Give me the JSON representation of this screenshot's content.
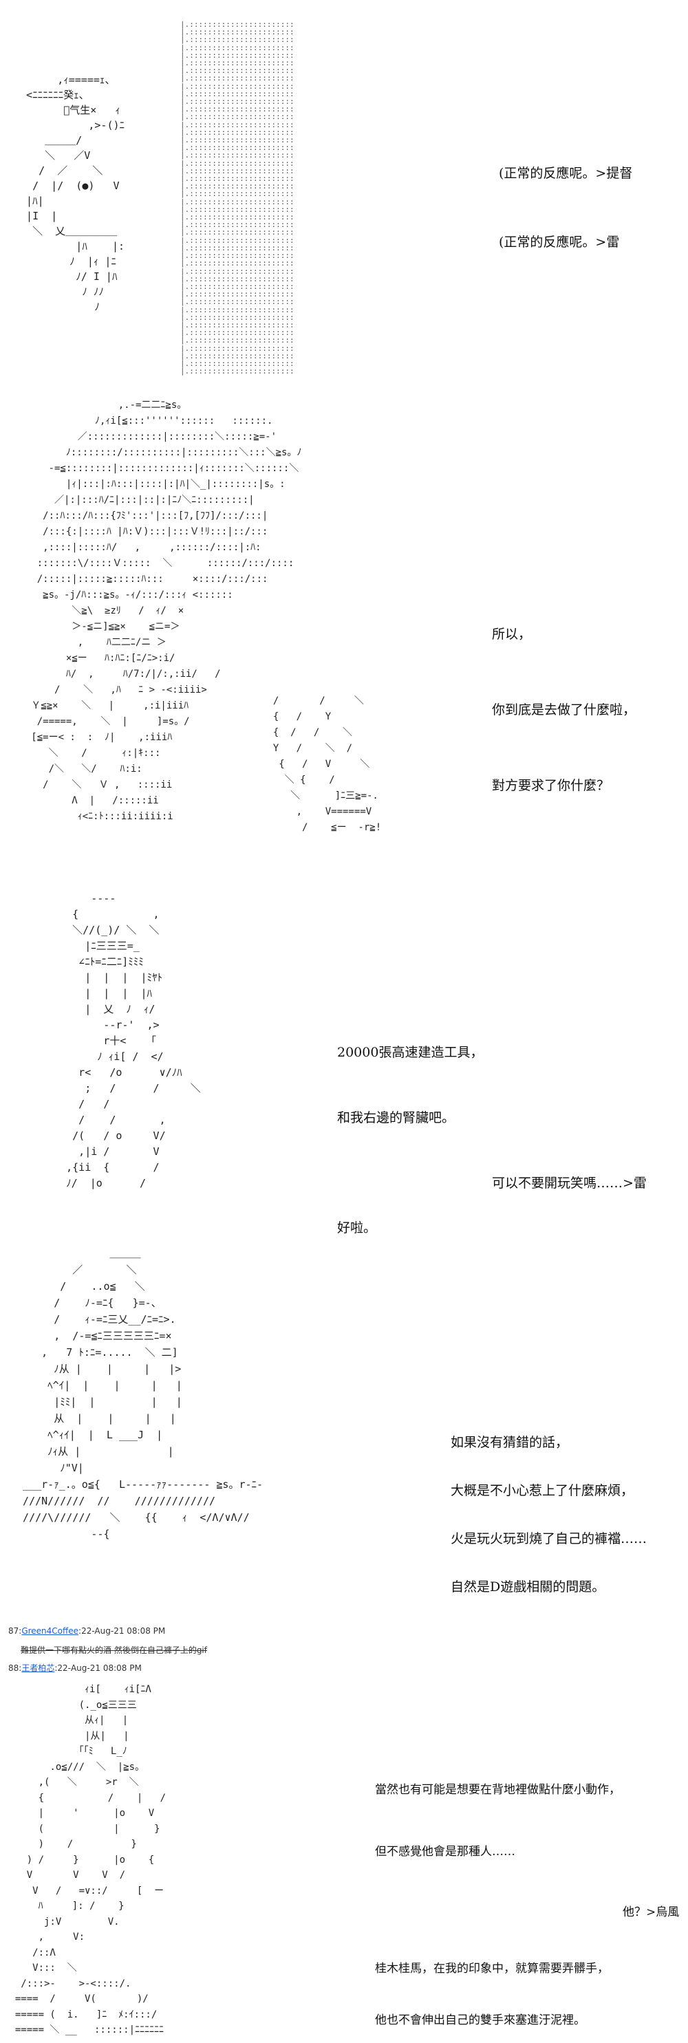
{
  "panel1": {
    "aa": "       ,ｨ=====ｪ、\n  <ﾆﾆﾆﾆﾆﾆ癸ｪ、\n        ﾞ气生×   ｨ\n            ,>-()ﾆ\n     ＿＿＿/\n     ＼   ／V\n    /  ／    ＼\n   /  |/  (●)   V\n  |ﾊ|\n  |I  |\n   ＼  乂＿＿＿＿＿\n          |ﾊ    |:\n         ﾉ  |ｨ |ﾆ\n          ﾉ/ I |ﾊ\n           ﾉ ﾉﾉ\n             ﾉ",
    "lines": [
      "(正常的反應呢。>提督",
      "(正常的反應呢。>雷"
    ]
  },
  "panel2": {
    "aa": "                  ,.-=二二ﾆ≧s。\n              ﾉ,ｨi[≦:::''''''::::::   ::::::.\n           ／:::::::::::::|::::::::＼:::::≧=-'\n         ﾉ::::::::/::::::::::|:::::::::＼:::＼≧s。ﾉ\n      -=≦::::::::|:::::::::::::|ｨ:::::::＼::::::＼\n         |ｨ|:::|:ﾊ:::|::::|:|ﾊ|＼_|::::::::|s。:\n       ／|:|:::ﾊ/ﾆ|:::|::|:|ﾆﾉ＼ﾆ:::::::::|\n     /::ﾊ:::/ﾊ:::{ﾌﾐ':::'|:::[ﾌ,[ﾌﾌ]/:::/:::|\n     /:::{:|::::ﾊ |ﾊ:Ｖ):::|:::Ｖ!ﾘ:::|::/:::\n     ,::::|:::::ﾊ/   ,     ,::::::/::::|:ﾊ:\n    :::::::\\/::::Ｖ:::::  ＼      ::::::/:::/::::\n    /:::::|:::::≧:::::ﾊ:::     ×::::/:::/:::\n     ≧s。-j/ﾊ:::≧s。-ｨ/:::/:::ｨ <::::::\n          ＼≧\\  ≥zﾘ   /  ｨ/  ×\n          ＞-≦ニ]≦≧×    ≦ニ=＞\n           ,    ﾊ二二ﾆ/ニ ＞\n         ×≦ー   ﾊ:ﾊﾆ:[ﾆ/ﾆ>:i/\n         ﾊ/  ,     ﾊ/7:/|/:,:ii/   /\n       /    ＼   ,ﾊ   ﾆ > -<:iiii>\n   Ｙ≦≧×    ＼   |     ,:i|iiiﾊ\n    /=====,    ＼  |     ]=s。/\n   [≦=ー< :  :  ﾉ|    ,:iiiﾊ\n      ＼    /      ｨ:|ｷ:::\n      /＼   ＼/    ﾊ:i:\n     /    ＼   Ｖ ,   ::::ii\n          Λ  |   /:::::ii\n           ｨ<ﾆ:ﾄ:::ii:iiii:i",
    "aa_right": "  /       /     ＼\n  {   /    Y\n  {  /   /    ＼\n  Y   /    ＼  /\n   {   /   V     ＼\n    ＼ {    /\n     ＼      ]ﾆ三≧=-.\n      ,    V======V\n       /    ≦ー  -r≧!",
    "lines": [
      "所以，",
      "你到底是去做了什麼啦，",
      "對方要求了你什麼？"
    ]
  },
  "panel3": {
    "aa": "        ----\n     {            ,\n     ＼//(_)/ ＼  ＼\n       |ﾆ三三三=_\n      ∠ﾆﾄ=ﾆ二ﾆ]ﾐﾐﾐ\n       |  |  |  |ﾐﾔﾄ\n       |  |  |  |ﾊ\n       |  乂  ﾉ  ｨ/\n          --r-'  ,>\n          r十<    ｢\n         ﾉ ｨi[ /  </\n      r<   /o      ∨/ﾉﾊ\n       ;   /      /     ＼\n      /   /           \n      /    /       ,\n     /(   / o     V/\n      ,|i /       V\n    ,{ii  {       /\n    ﾉ/  |o      /\n",
    "lines": [
      "20000張高速建造工具，",
      "和我右邊的腎臟吧。",
      "可以不要開玩笑嗎……>雷",
      "好啦。"
    ]
  },
  "panel4": {
    "aa": "                ＿＿＿\n          ／       ＼\n        /    ..o≦   ＼\n       /    ﾉ-=ﾆ{   }=-、\n       /    ｨ-=ﾆ三乂__/ﾆ=ﾆ>.\n       ,  /-=≦ﾆ三三三三三ﾆ=×\n     ,   7 ﾄ:ﾆ=.....  ＼ 二]\n       ﾉ从 |    |     |   |>\n      ﾍ^ｲ|  |    |     |   |\n       |ﾐﾐ|  |         |   |\n       从  |    |     |   |\n      ﾍ^ｨｲ|  |  L ___J  |\n      ﾉｨ从 |              |\n        ﾉ\"V|\n  ___r-ｧ_.。o≦{   L-----ｧｧ------- ≧s。r-ﾆ-\n  ///N//////  //    /////////////\n  ////\\//////   ＼    {{    ｨ  </Λ/∨Λ//\n             --{\n",
    "lines": [
      "如果沒有猜錯的話，",
      "大概是不小心惹上了什麼麻煩，",
      "火是玩火玩到燒了自己的褲襠……",
      "自然是D遊戲相關的問題。"
    ]
  },
  "posts": [
    {
      "num": "87:",
      "user": "Green4Coffee",
      "time": ":22-Aug-21 08:08 PM"
    },
    {
      "num": "88:",
      "user": "王者柏芯",
      "time": ":22-Aug-21 08:08 PM"
    }
  ],
  "strike_text": "難提供一下哪有點火的酒 然後倒在自己褲子上的gif",
  "panel5": {
    "aa": "              ｨi[    ｨi[ﾆΛ\n             (._o≦三三三\n              从ｨ|   |\n              |从|   |\n             ｢｢ﾐ   L_ﾉ\n        .o≦///  ＼  |≧s。\n      ,(   ＼     >r  ＼\n      {           /    |   /\n      |     '      |o    V\n      (            |      }\n      )    /          }\n    ) /     }      |o    {\n    V       V    V  /\n     V   /   =∨::/     [  ー\n      ﾊ     ]: /    }\n       j:V        V.\n      ,     V:\n     /::Λ\n     V:::  ＼\n   /:::>-    >-<::::/.\n  ====  /     V(       )/\n  ===== (  i.   ]ﾆ  ﾒ:ｲ:::/\n  ===== ＼ __   ::::::|ﾆﾆﾆﾆﾆﾆ",
    "lines": [
      "當然也有可能是想要在背地裡做點什麼小動作，",
      "但不感覺他會是那種人……",
      "他？>烏風",
      "桂木桂馬，在我的印象中，就算需要弄髒手，",
      "他也不會伸出自己的雙手來塞進汙泥裡。"
    ]
  }
}
